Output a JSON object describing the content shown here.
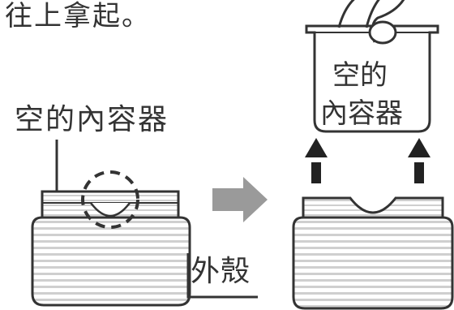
{
  "texts": {
    "instruction": "往上拿起。",
    "inner_label": "空的內容器",
    "shell_label": "外殼",
    "box_label_line1": "空的",
    "box_label_line2": "內容器"
  },
  "colors": {
    "outline": "#333333",
    "stripe": "#c8c8c8",
    "arrow_gray": "#999999",
    "arrow_dark": "#222222"
  }
}
